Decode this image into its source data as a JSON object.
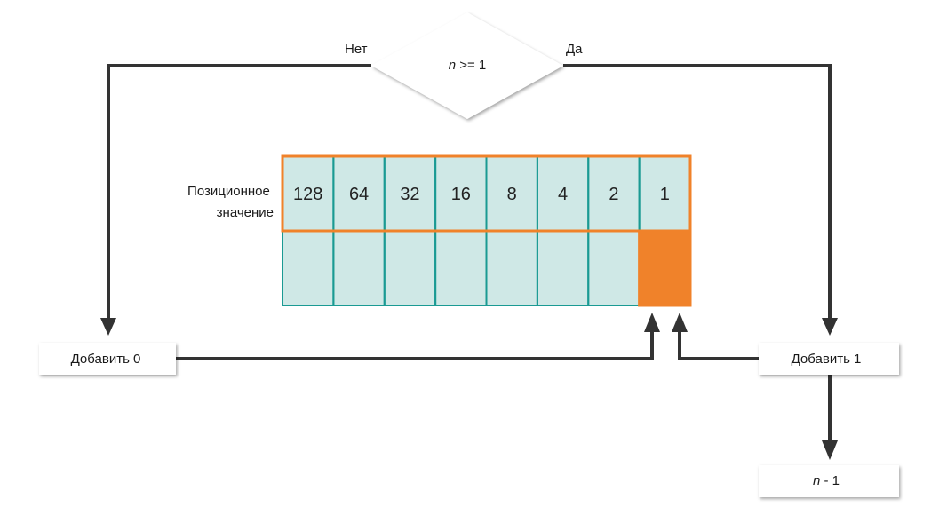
{
  "decision": {
    "var": "n",
    "op": ">= 1",
    "no_label": "Нет",
    "yes_label": "Да"
  },
  "table": {
    "row_label_line1": "Позиционное",
    "row_label_line2": "значение",
    "positional_values": [
      "128",
      "64",
      "32",
      "16",
      "8",
      "4",
      "2",
      "1"
    ],
    "highlighted_cell_index": 7
  },
  "boxes": {
    "add0": "Добавить 0",
    "add1": "Добавить 1",
    "decrement_var": "n",
    "decrement_op": " - 1"
  },
  "colors": {
    "cell_fill": "#cfe8e6",
    "grid_teal": "#1a9a93",
    "orange": "#f0822a",
    "arrow": "#333333"
  }
}
